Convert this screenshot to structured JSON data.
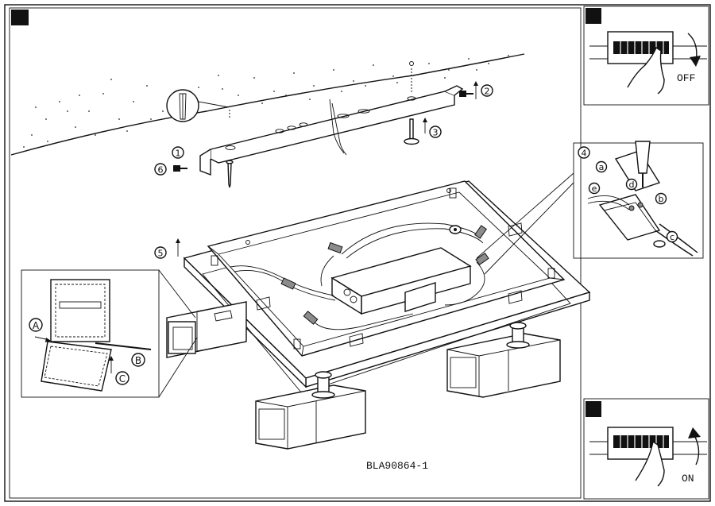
{
  "steps": {
    "step1": "1",
    "step2": "2",
    "step3": "3",
    "step4": "4",
    "step5": "5",
    "step6": "6"
  },
  "wire_labels": {
    "a": "a",
    "b": "b",
    "c": "c",
    "d": "d",
    "e": "e"
  },
  "detail_labels": {
    "A": "A",
    "B": "B",
    "C": "C"
  },
  "switch_off_label": "OFF",
  "switch_on_label": "ON",
  "model_number": "BLA90864-1"
}
